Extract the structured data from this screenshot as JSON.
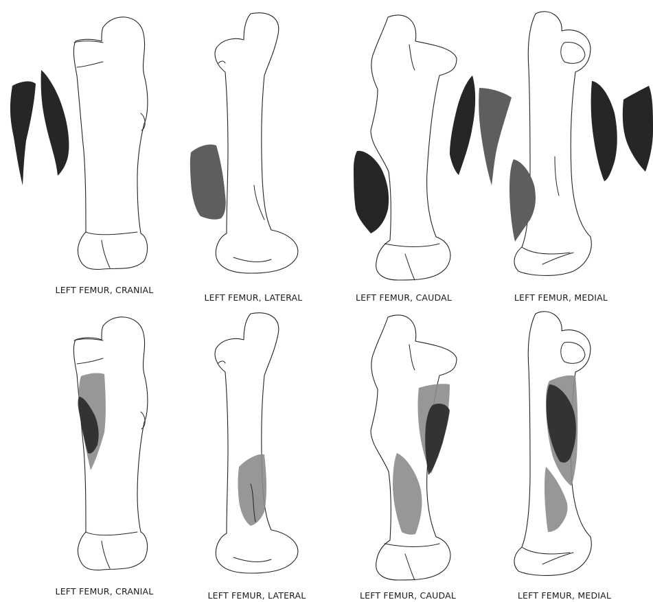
{
  "colors": {
    "fragment_dark": "#262626",
    "fragment_mid": "#5e5e5e",
    "mapped_light": "#8c8c8c",
    "mapped_dark": "#2a2a2a",
    "outline": "#222222"
  },
  "rows": [
    {
      "panels": [
        {
          "caption": "LEFT FEMUR, CRANIAL"
        },
        {
          "caption": "LEFT FEMUR, LATERAL"
        },
        {
          "caption": "LEFT FEMUR, CAUDAL"
        },
        {
          "caption": "LEFT FEMUR, MEDIAL"
        }
      ]
    },
    {
      "panels": [
        {
          "caption": "LEFT FEMUR, CRANIAL"
        },
        {
          "caption": "LEFT FEMUR, LATERAL"
        },
        {
          "caption": "LEFT FEMUR, CAUDAL"
        },
        {
          "caption": "LEFT FEMUR, MEDIAL"
        }
      ]
    }
  ]
}
